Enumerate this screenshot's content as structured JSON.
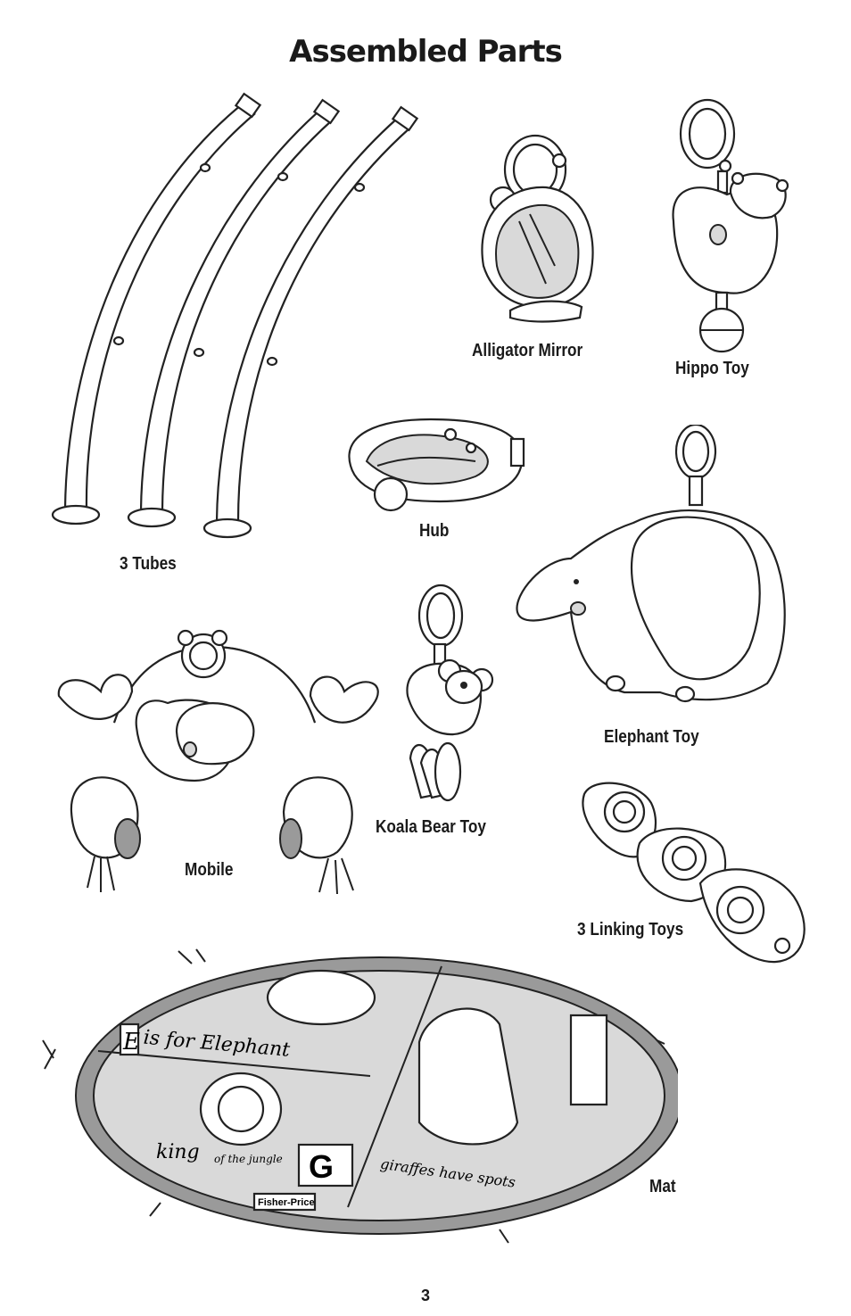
{
  "page": {
    "title": "Assembled Parts",
    "page_number": "3"
  },
  "parts": {
    "tubes": "3 Tubes",
    "alligator_mirror": "Alligator Mirror",
    "hippo_toy": "Hippo Toy",
    "hub": "Hub",
    "elephant_toy": "Elephant Toy",
    "mobile": "Mobile",
    "koala_bear_toy": "Koala Bear Toy",
    "linking_toys": "3 Linking Toys",
    "mat": "Mat"
  },
  "mat_print": {
    "letter_e": "E",
    "e_text": "is for Elephant",
    "king": "king",
    "of_the_jungle": "of the jungle",
    "letter_g": "G",
    "g_text": "giraffes have spots",
    "brand": "Fisher-Price"
  }
}
